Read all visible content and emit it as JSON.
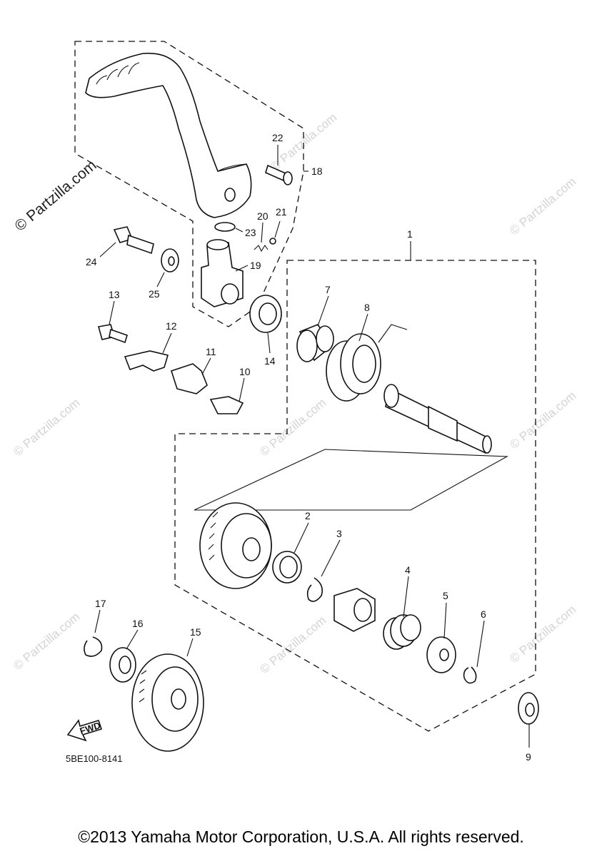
{
  "diagram_code": "5BE100-8141",
  "fwd_label": "FWD",
  "copyright": "©2013 Yamaha Motor Corporation, U.S.A. All rights reserved.",
  "watermark": "© Partzilla.com",
  "watermark_light": "© Partzilla.com",
  "callouts": {
    "c1": "1",
    "c2": "2",
    "c3": "3",
    "c4": "4",
    "c5": "5",
    "c6": "6",
    "c7": "7",
    "c8": "8",
    "c9": "9",
    "c10": "10",
    "c11": "11",
    "c12": "12",
    "c13": "13",
    "c14": "14",
    "c15": "15",
    "c16": "16",
    "c17": "17",
    "c18": "18",
    "c19": "19",
    "c20": "20",
    "c21": "21",
    "c22": "22",
    "c23": "23",
    "c24": "24",
    "c25": "25"
  }
}
